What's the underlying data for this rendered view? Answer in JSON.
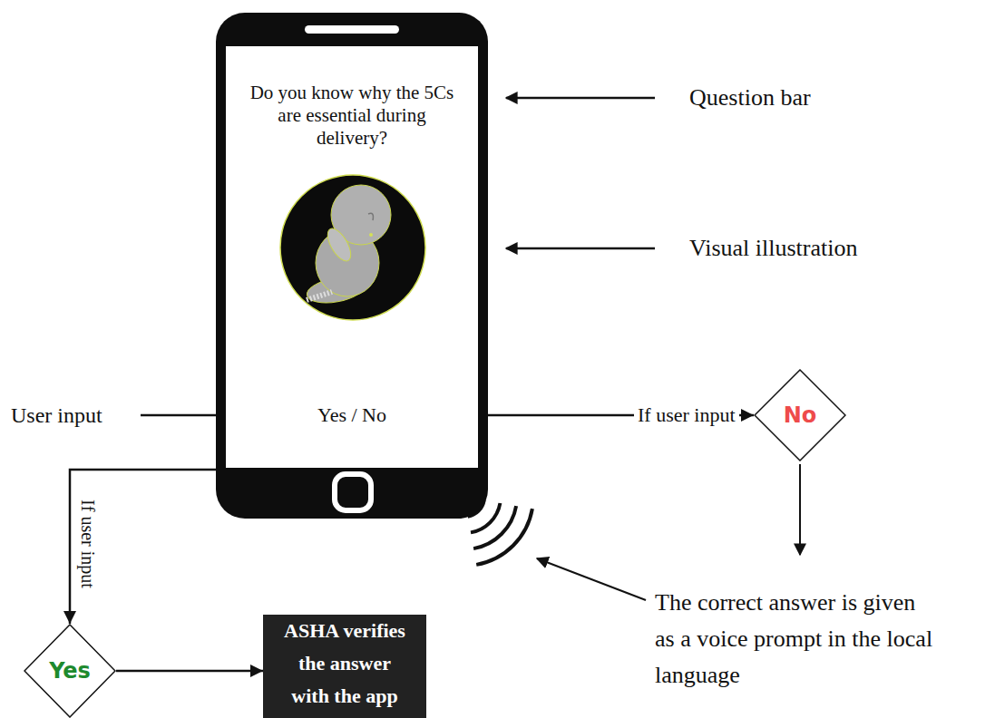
{
  "diagram": {
    "nodes": [
      {
        "text": [
          "Do you know why the 5Cs are essential during delivery?",
          "Yes / No"
        ]
      },
      {
        "text": [
          "No"
        ]
      },
      {
        "text": [
          "Yes"
        ]
      },
      {
        "text": [
          "ASHA verifies the answer with the app"
        ]
      }
    ],
    "edges": [
      {
        "from": 0,
        "to": 1,
        "label": "If user input",
        "arrow": "to"
      },
      {
        "from": 0,
        "to": 2,
        "label": "If user input",
        "arrow": "to"
      },
      {
        "from": 2,
        "to": 3,
        "arrow": "to"
      }
    ],
    "labels": [
      "Question bar",
      "Visual illustration",
      "User input",
      "The correct answer is given as a voice prompt in the local language"
    ]
  }
}
